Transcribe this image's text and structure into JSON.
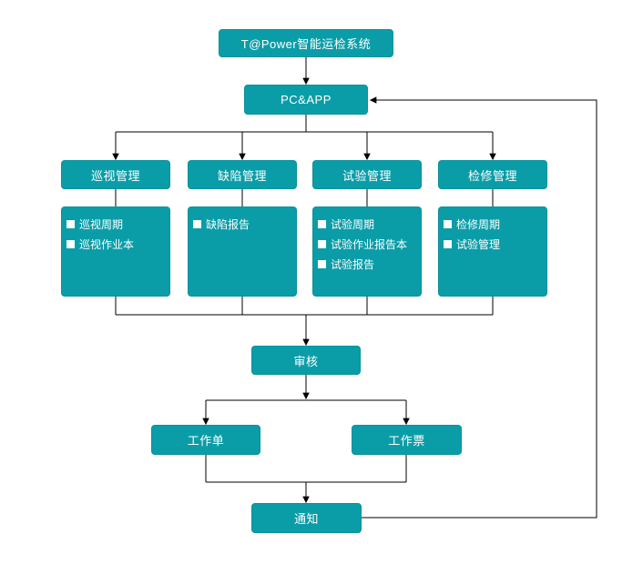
{
  "diagram": {
    "title": "T@Power智能运检系统",
    "platform": "PC&APP",
    "branches": [
      {
        "label": "巡视管理",
        "items": [
          "巡视周期",
          "巡视作业本"
        ]
      },
      {
        "label": "缺陷管理",
        "items": [
          "缺陷报告"
        ]
      },
      {
        "label": "试验管理",
        "items": [
          "试验周期",
          "试验作业报告本",
          "试验报告"
        ]
      },
      {
        "label": "检修管理",
        "items": [
          "检修周期",
          "试验管理"
        ]
      }
    ],
    "review": "审核",
    "work_order": "工作单",
    "work_ticket": "工作票",
    "notification": "通知"
  },
  "colors": {
    "node_fill": "#0A9DA8",
    "node_border": "#09919B",
    "node_text": "#FFFFFF",
    "connector": "#000000",
    "background": "#FFFFFF"
  }
}
